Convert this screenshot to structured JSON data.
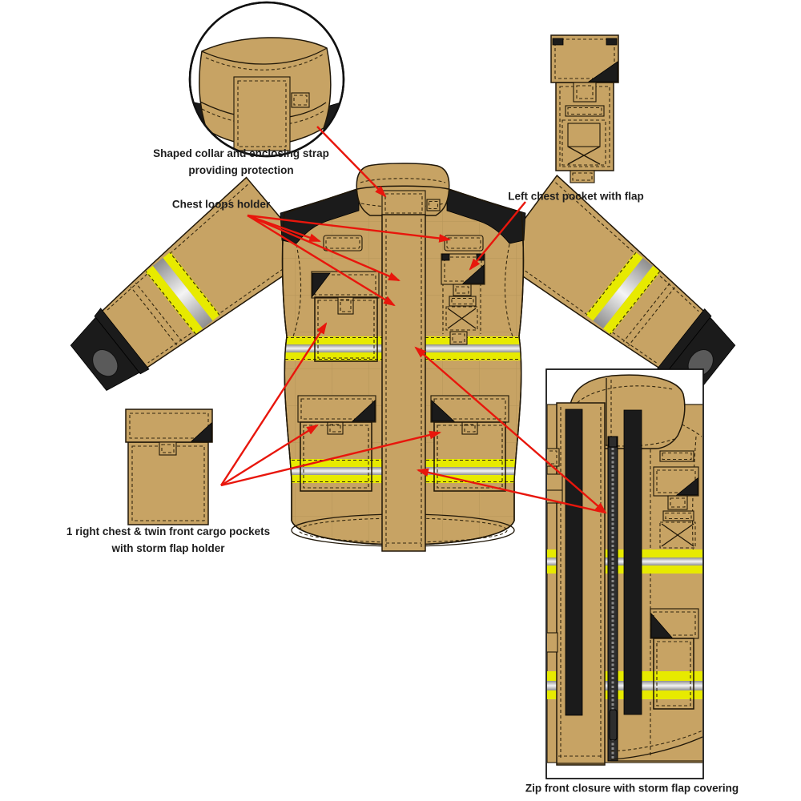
{
  "labels": {
    "collar": {
      "line1": "Shaped collar and enclosing strap",
      "line2": "providing protection"
    },
    "chest_loops": {
      "text": "Chest loops holder"
    },
    "left_chest_pocket": {
      "text": "Left chest pocket with flap"
    },
    "cargo_pockets": {
      "line1": "1 right chest & twin front cargo pockets",
      "line2": "with storm flap holder"
    },
    "zip": {
      "text": "Zip front closure with storm flap covering"
    }
  },
  "colors": {
    "background": "#ffffff",
    "fabric-tan": "#c7a364",
    "fabric-black": "#1b1b1b",
    "outline": "#201708",
    "stitch": "#33270f",
    "hi-vis-yellow": "#e7ea00",
    "hi-vis-silver-edge": "#8e8e8e",
    "hi-vis-silver-center": "#f4f4f4",
    "arrow-red": "#e8160c",
    "label-text": "#1d1d1d",
    "detail-border": "#111111",
    "cuff-gray": "#5a5a5a",
    "zipper-dark": "#2d2d2d"
  }
}
